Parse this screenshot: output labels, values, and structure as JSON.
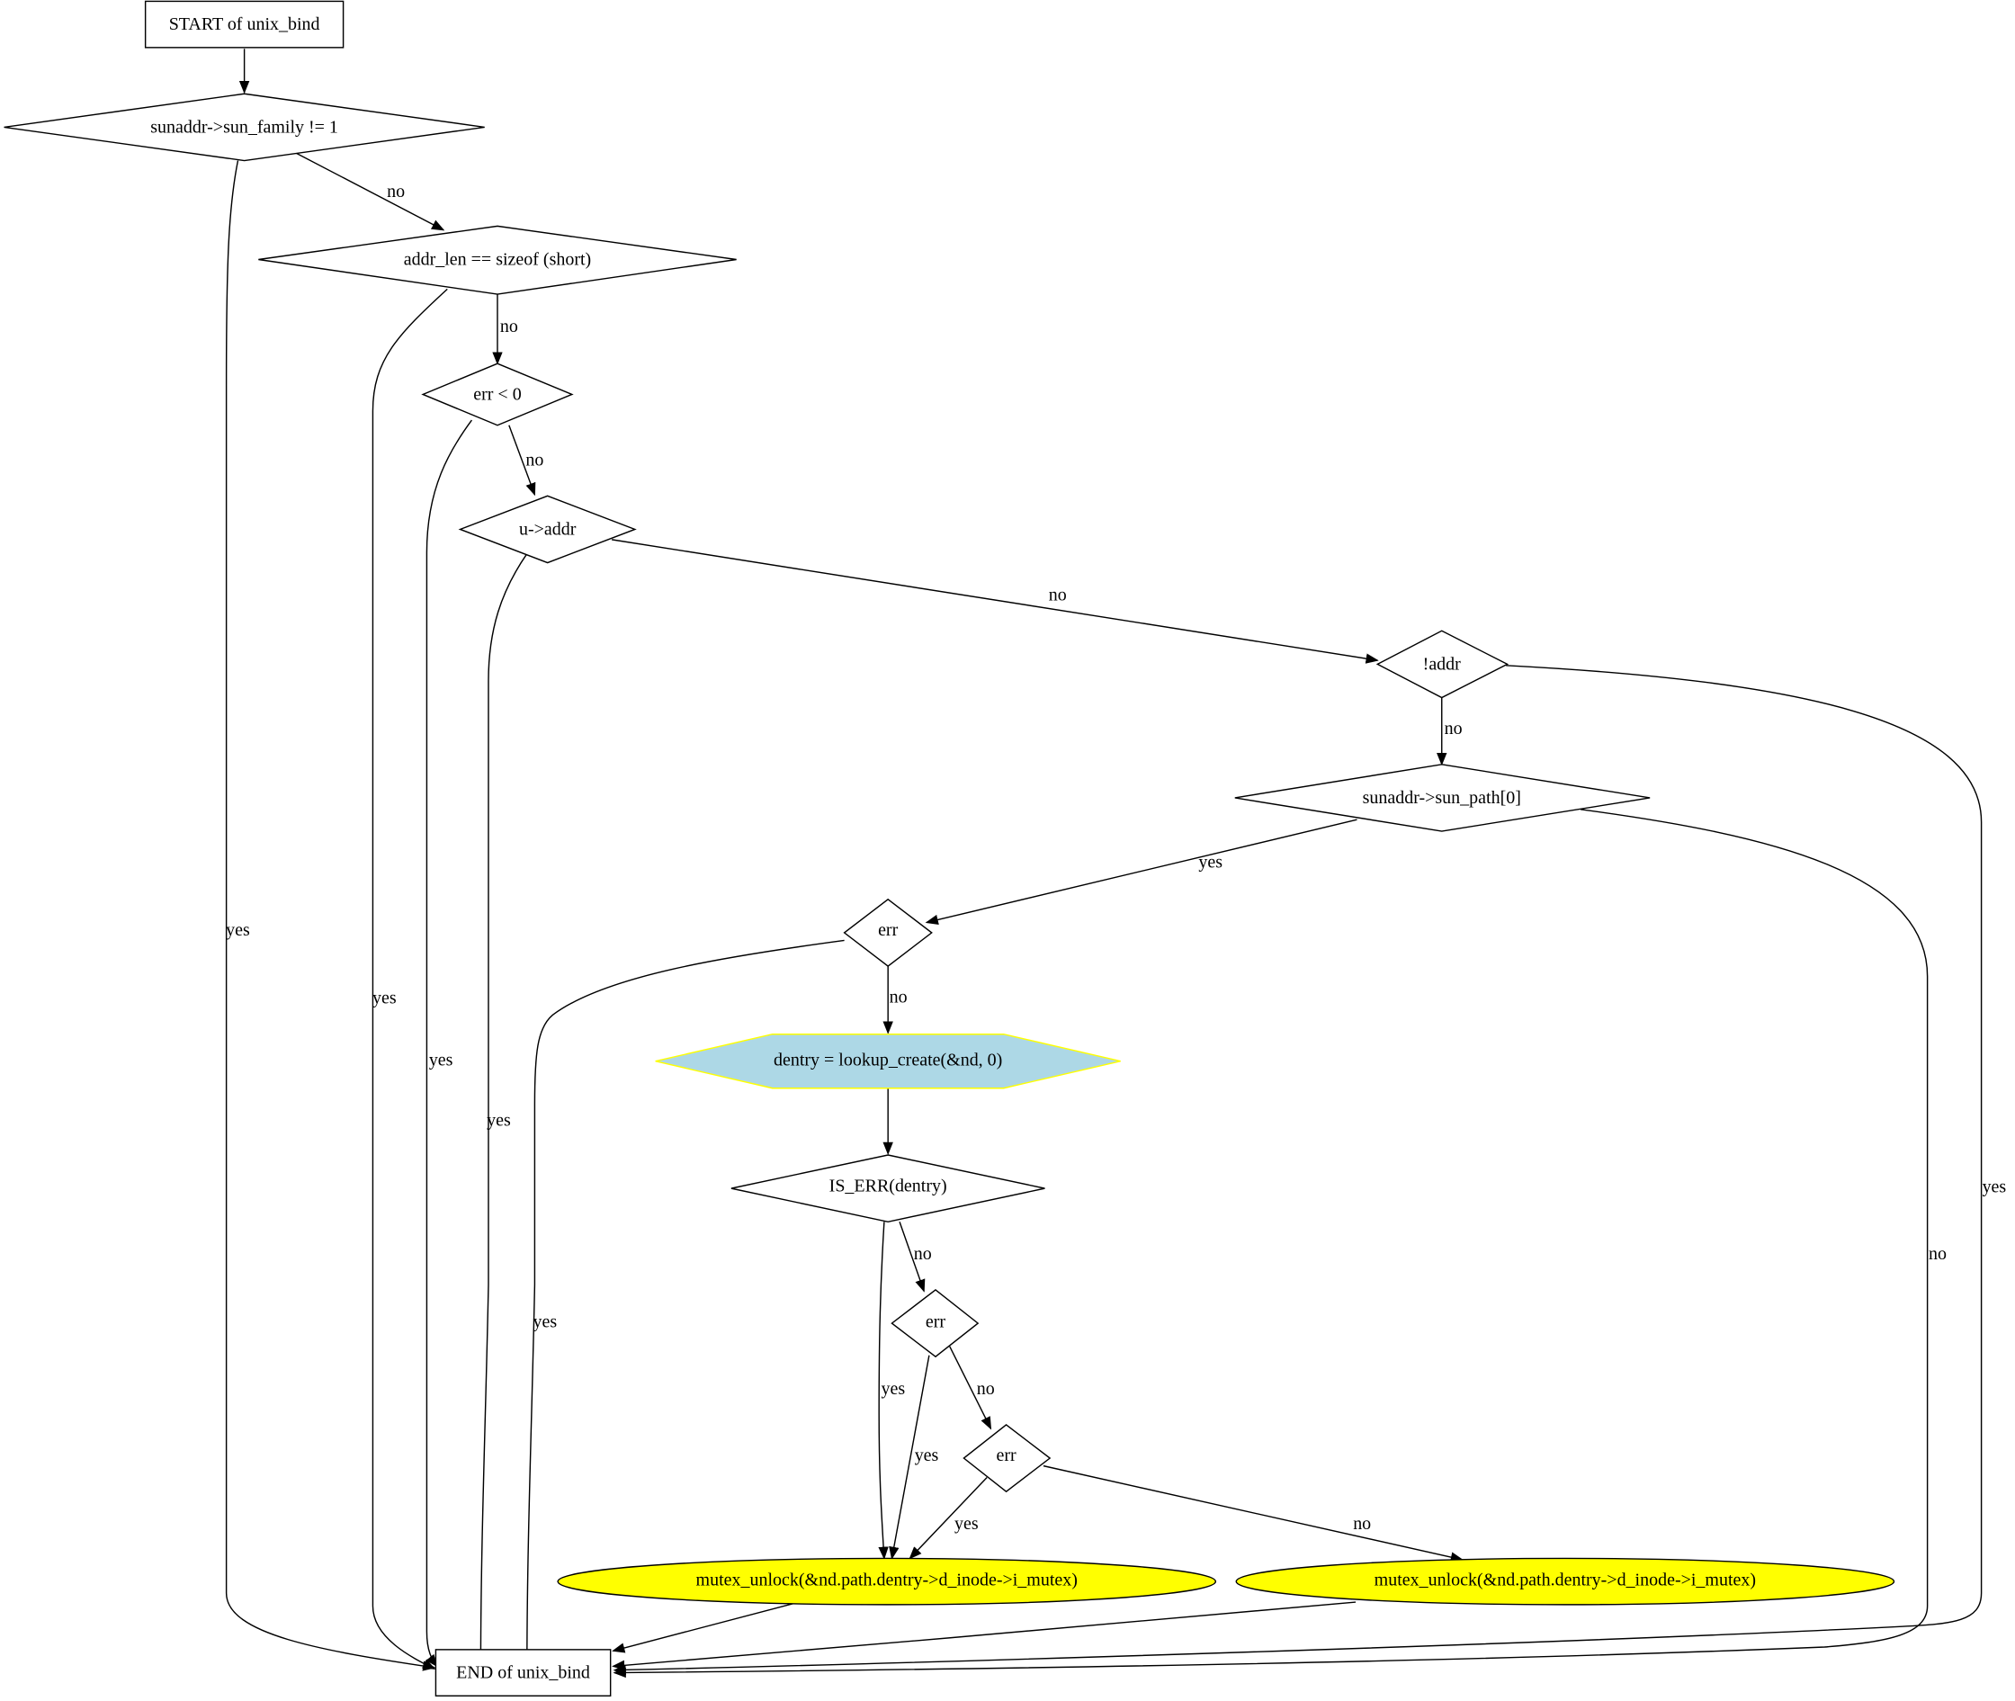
{
  "title": "unix_bind control flow",
  "colors": {
    "background": "#ffffff",
    "line": "#000000",
    "action_fill": "#add8e6",
    "action_border": "#ffff00",
    "unlock_fill": "#ffff00"
  },
  "nodes": {
    "start": "START of unix_bind",
    "d_family": "sunaddr->sun_family != 1",
    "d_addrlen": "addr_len == sizeof (short)",
    "d_err0": "err < 0",
    "d_uaddr": "u->addr",
    "d_notaddr": "!addr",
    "d_sunpath": "sunaddr->sun_path[0]",
    "d_err1": "err",
    "a_lookup": "dentry = lookup_create(&nd, 0)",
    "d_iserr": "IS_ERR(dentry)",
    "d_err2": "err",
    "d_err3": "err",
    "u_unlock1": "mutex_unlock(&nd.path.dentry->d_inode->i_mutex)",
    "u_unlock2": "mutex_unlock(&nd.path.dentry->d_inode->i_mutex)",
    "end": "END of unix_bind"
  },
  "edges": [
    {
      "from": "start",
      "to": "d_family",
      "label": ""
    },
    {
      "from": "d_family",
      "to": "d_addrlen",
      "label": "no"
    },
    {
      "from": "d_family",
      "to": "end",
      "label": "yes"
    },
    {
      "from": "d_addrlen",
      "to": "d_err0",
      "label": "no"
    },
    {
      "from": "d_addrlen",
      "to": "end",
      "label": "yes"
    },
    {
      "from": "d_err0",
      "to": "d_uaddr",
      "label": "no"
    },
    {
      "from": "d_err0",
      "to": "end",
      "label": "yes"
    },
    {
      "from": "d_uaddr",
      "to": "d_notaddr",
      "label": "no"
    },
    {
      "from": "d_uaddr",
      "to": "end",
      "label": "yes"
    },
    {
      "from": "d_notaddr",
      "to": "d_sunpath",
      "label": "no"
    },
    {
      "from": "d_notaddr",
      "to": "end",
      "label": "yes"
    },
    {
      "from": "d_sunpath",
      "to": "d_err1",
      "label": "yes"
    },
    {
      "from": "d_sunpath",
      "to": "end",
      "label": "no"
    },
    {
      "from": "d_err1",
      "to": "a_lookup",
      "label": "no"
    },
    {
      "from": "d_err1",
      "to": "end",
      "label": "yes"
    },
    {
      "from": "a_lookup",
      "to": "d_iserr",
      "label": ""
    },
    {
      "from": "d_iserr",
      "to": "d_err2",
      "label": "no"
    },
    {
      "from": "d_iserr",
      "to": "u_unlock1",
      "label": "yes"
    },
    {
      "from": "d_err2",
      "to": "d_err3",
      "label": "no"
    },
    {
      "from": "d_err2",
      "to": "u_unlock1",
      "label": "yes"
    },
    {
      "from": "d_err3",
      "to": "u_unlock1",
      "label": "yes"
    },
    {
      "from": "d_err3",
      "to": "u_unlock2",
      "label": "no"
    },
    {
      "from": "u_unlock1",
      "to": "end",
      "label": ""
    },
    {
      "from": "u_unlock2",
      "to": "end",
      "label": ""
    }
  ]
}
